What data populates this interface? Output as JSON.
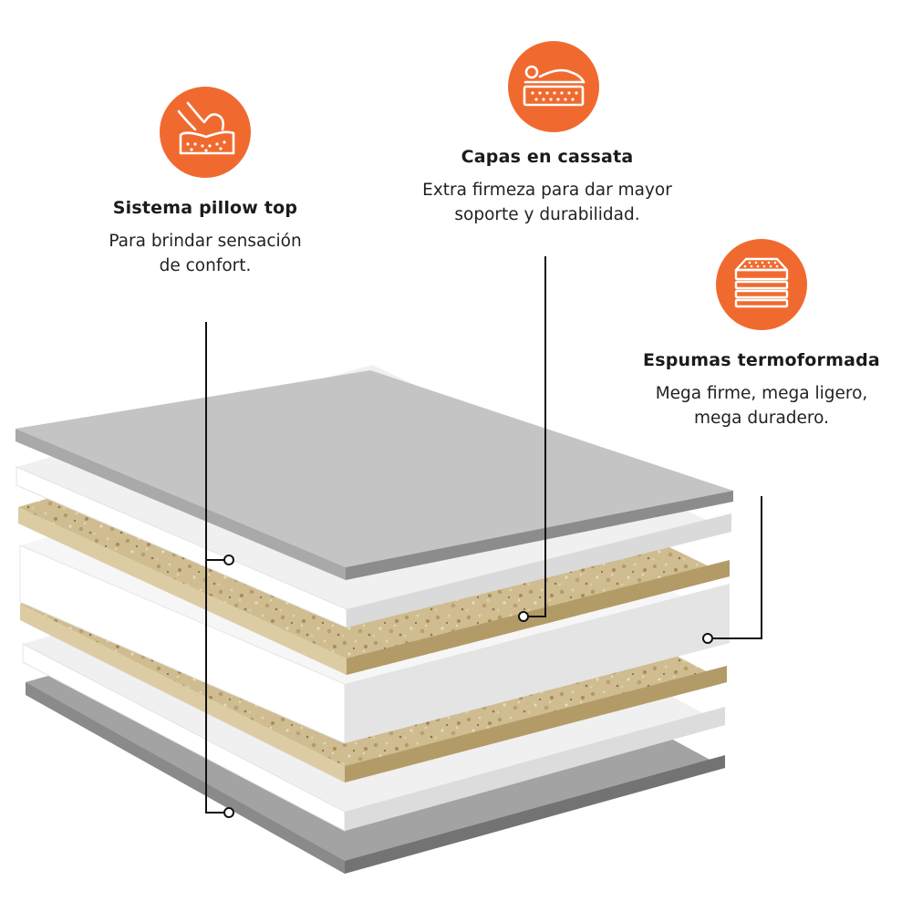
{
  "callouts": {
    "pillow": {
      "title": "Sistema pillow top",
      "desc_line1": "Para brindar sensación",
      "desc_line2": "de confort.",
      "icon": "hand-pressing-foam-icon"
    },
    "cassata": {
      "title": "Capas en cassata",
      "desc_line1": "Extra firmeza para dar mayor",
      "desc_line2": "soporte y durabilidad.",
      "icon": "person-lying-on-mattress-icon"
    },
    "espumas": {
      "title": "Espumas termoformada",
      "desc_line1": "Mega firme, mega ligero,",
      "desc_line2": "mega duradero.",
      "icon": "layered-mattress-icon"
    }
  },
  "colors": {
    "accent_orange": "#f06a2f",
    "top_cover_gray": "#bfbfbf",
    "foam_white": "#f2f2f2",
    "cassata_tan": "#cdb98e",
    "base_gray": "#8f8f8f",
    "leader_line": "#111111"
  }
}
